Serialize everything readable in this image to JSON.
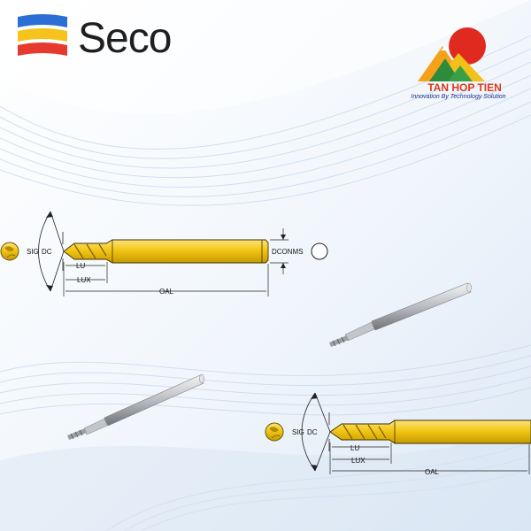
{
  "brand": {
    "name": "Seco",
    "logo_colors": [
      "#2b6fd6",
      "#f5c31b",
      "#e63a2e"
    ]
  },
  "partner": {
    "name": "TAN HOP TIEN",
    "tagline": "Innovation By Technology Solution",
    "colors": {
      "sun": "#e02a1f",
      "name_text": "#d93a1a",
      "tagline_text": "#1a2f8f"
    }
  },
  "drawing_top": {
    "labels": {
      "sig": "SIG",
      "dc": "DC",
      "lu": "LU",
      "lux": "LUX",
      "oal": "OAL",
      "dconms": "DCONMS"
    }
  },
  "drawing_bottom": {
    "labels": {
      "sig": "SIG",
      "dc": "DC",
      "lu": "LU",
      "lux": "LUX",
      "oal": "OAL"
    }
  },
  "colors": {
    "tool_gold": "#f2c615",
    "tool_gold_dark": "#b38a00",
    "background_wave": "#c9dbef"
  }
}
